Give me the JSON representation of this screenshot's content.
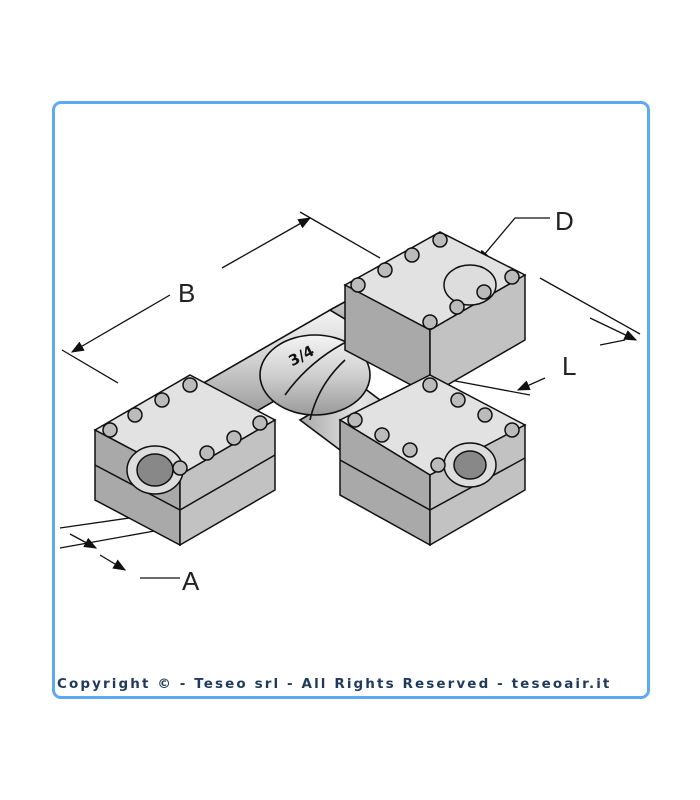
{
  "diagram": {
    "title": "T fitting with clamp connectors",
    "fitting_size_mark": "3/4",
    "dimension_labels": {
      "A": "A",
      "B": "B",
      "D": "D",
      "L": "L"
    }
  },
  "footer": {
    "copyright": "Copyright © - Teseo srl - All Rights Reserved - teseoair.it"
  },
  "colors": {
    "frame_border": "#5eaaf2",
    "footer_text": "#1f3a5a",
    "metal": "#c9c9c9"
  }
}
